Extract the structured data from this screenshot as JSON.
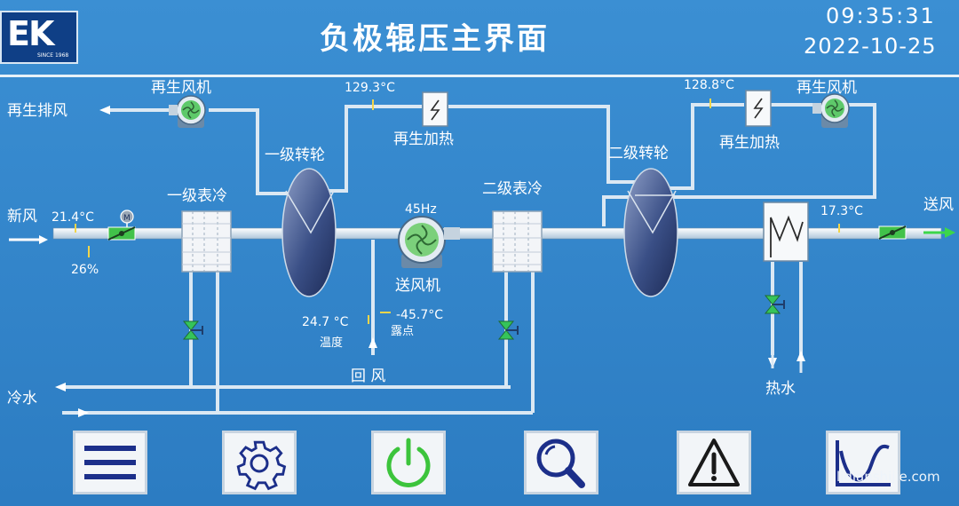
{
  "header": {
    "logo_text": "EK",
    "logo_since": "SINCE 1968",
    "title": "负极辊压主界面",
    "time": "09:35:31",
    "date": "2022-10-25"
  },
  "labels": {
    "regen_exhaust": "再生排风",
    "regen_fan_left": "再生风机",
    "regen_fan_right": "再生风机",
    "regen_temp_1": "129.3°C",
    "regen_temp_2": "128.8°C",
    "regen_heat_1": "再生加热",
    "regen_heat_2": "再生加热",
    "wheel_1": "一级转轮",
    "wheel_2": "二级转轮",
    "coil_1": "一级表冷",
    "coil_2": "二级表冷",
    "fresh_air": "新风",
    "fresh_temp": "21.4°C",
    "fresh_humidity": "26%",
    "motor_m": "M",
    "supply_fan_freq": "45Hz",
    "supply_fan": "送风机",
    "return_temp": "24.7 °C",
    "return_dew": "-45.7°C",
    "temperature": "温度",
    "dew_point": "露点",
    "return_air": "回 风",
    "supply_temp": "17.3°C",
    "supply_air": "送风",
    "chilled_water": "冷水",
    "hot_water": "热水"
  },
  "toolbar": {
    "buttons": [
      {
        "name": "menu-button",
        "icon": "menu-icon"
      },
      {
        "name": "settings-button",
        "icon": "gear-icon"
      },
      {
        "name": "power-button",
        "icon": "power-icon"
      },
      {
        "name": "search-button",
        "icon": "search-icon"
      },
      {
        "name": "alarm-button",
        "icon": "warning-icon"
      },
      {
        "name": "trend-button",
        "icon": "trend-chart-icon"
      }
    ]
  },
  "colors": {
    "background": "#2f7fc0",
    "pipe": "#cfe0ee",
    "fan_green": "#7bd07b",
    "valve_green": "#35c45a",
    "power_green": "#3cc43c",
    "icon_navy": "#1c2f8a",
    "warning_dark": "#1a1a1a"
  },
  "watermark": "lidianshijie.com"
}
